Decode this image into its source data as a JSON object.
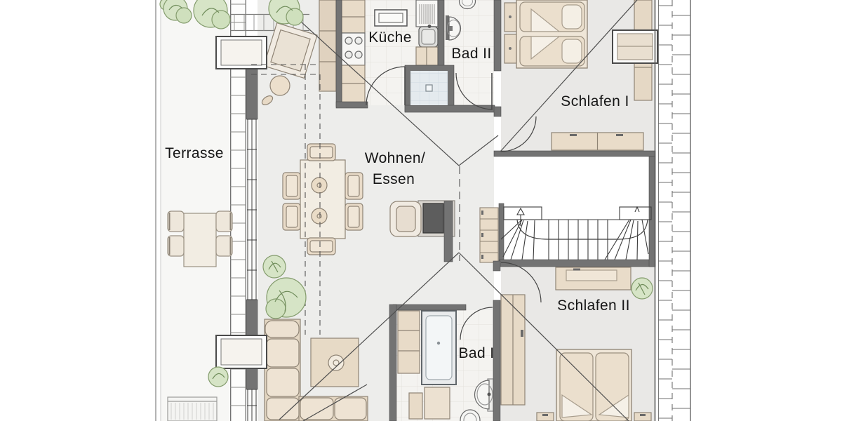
{
  "plan": {
    "type": "apartment floor plan (upper storey)",
    "rooms": {
      "terrace": {
        "label": "Terrasse"
      },
      "kitchen": {
        "label": "Küche"
      },
      "bath2": {
        "label": "Bad II"
      },
      "bedroom1": {
        "label": "Schlafen I"
      },
      "living": {
        "label_line1": "Wohnen/",
        "label_line2": "Essen"
      },
      "bedroom2": {
        "label": "Schlafen II"
      },
      "bath1": {
        "label": "Bad I"
      }
    }
  },
  "colors": {
    "wall": "#737373",
    "furniture_beige": "#e8dbc8",
    "furniture_light": "#f1ebe2",
    "plant_fill": "#d6e4c6",
    "plant_stroke": "#849c6d",
    "tile_floor": "#f4f3f0",
    "shower_floor": "#e4eaee",
    "living_floor": "#ededeb",
    "bedroom_floor": "#e9e8e6",
    "label_text": "#161616"
  }
}
